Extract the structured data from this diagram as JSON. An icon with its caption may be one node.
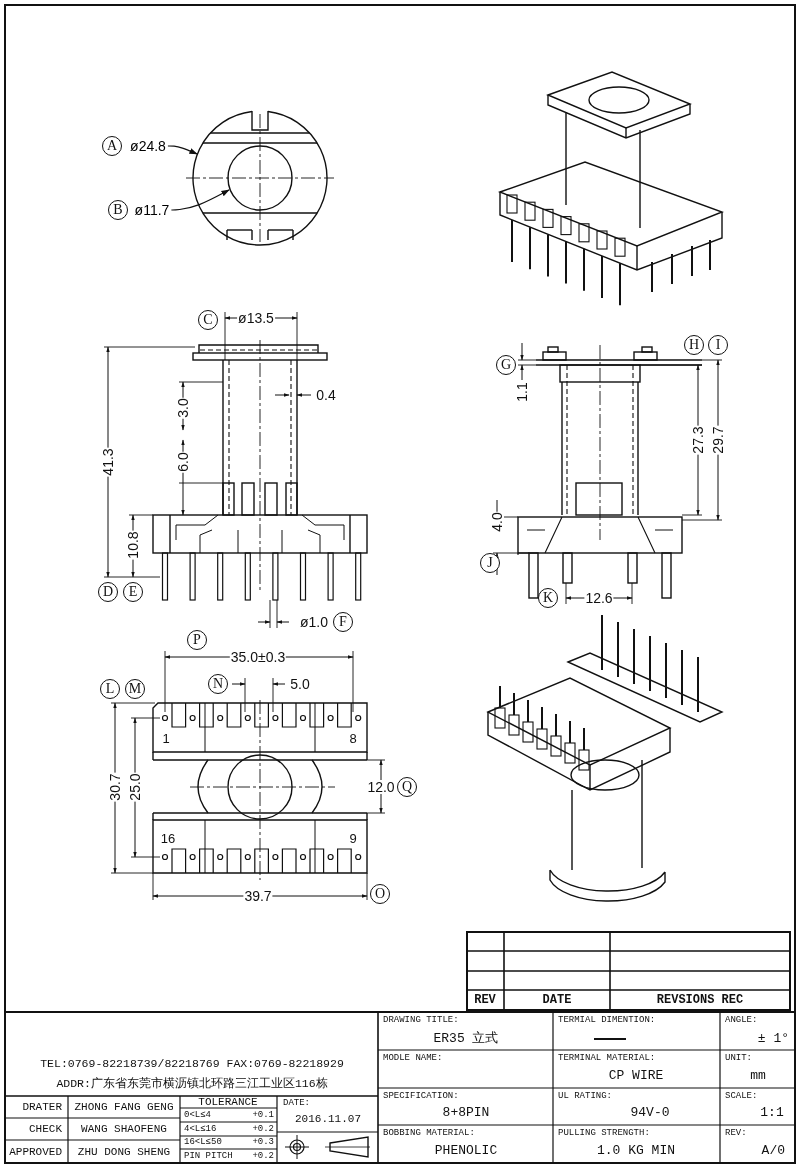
{
  "diagram": {
    "nodes": [
      {
        "text": [
          "ø24.8"
        ]
      },
      {
        "text": [
          "ø11.7"
        ]
      }
    ],
    "edges": [
      {
        "from": 0,
        "to": null,
        "arrow": "to"
      },
      {
        "from": 1,
        "to": null,
        "arrow": "to"
      }
    ],
    "labels": [
      "A",
      "B",
      "C",
      "ø13.5",
      "G",
      "H",
      "I",
      "0.4",
      "1.1",
      "3.0",
      "41.3",
      "27.3",
      "29.7",
      "6.0",
      "4.0",
      "10.8",
      "J",
      "D",
      "E",
      "K",
      "12.6",
      "ø1.0",
      "F",
      "P",
      "35.0±0.3",
      "L",
      "M",
      "N",
      "5.0",
      "1",
      "8",
      "30.7",
      "25.0",
      "12.0",
      "Q",
      "16",
      "9",
      "39.7",
      "O",
      "REV",
      "DATE",
      "REVSIONS REC",
      "TEL:0769-82218739/82218769 FAX:0769-82218929",
      "ADDR:广东省东莞市横沥镇北环路三江工业区116栋",
      "DRATER",
      "ZHONG FANG GENG",
      "TOLERANCE",
      "DATE:",
      "0<L≤4",
      "+0.1",
      "2016.11.07",
      "CHECK",
      "WANG SHAOFENG",
      "4<L≤16",
      "+0.2",
      "APPROVED",
      "ZHU DONG SHENG",
      "16<L≤50",
      "+0.3",
      "PIN PITCH",
      "+0.2",
      "DRAWING TITLE:",
      "ER35 立式",
      "TERMIAL DIMENTION:",
      "ANGLE:",
      "± 1°",
      "MODLE NAME:",
      "TERMINAL MATERIAL:",
      "CP WIRE",
      "UNIT:",
      "mm",
      "SPECIFICATION:",
      "8+8PIN",
      "UL RATING:",
      "94V-0",
      "SCALE:",
      "1:1",
      "BOBBING MATERIAL:",
      "PHENOLIC",
      "PULLING STRENGTH:",
      "1.0 KG MIN",
      "REV:",
      "A/0"
    ]
  }
}
